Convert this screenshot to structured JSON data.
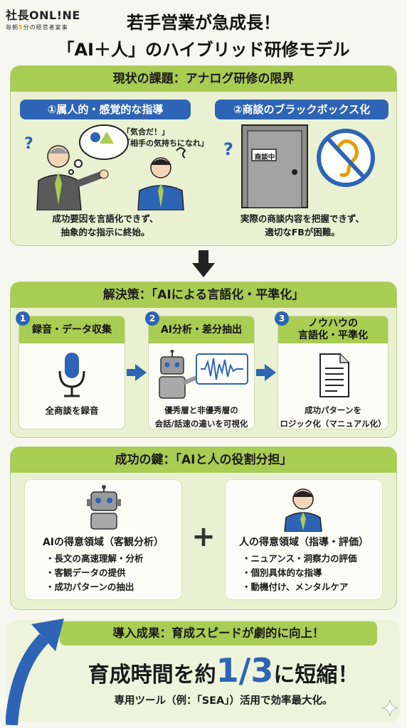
{
  "logo": {
    "main_ja": "社長",
    "main_en": "ONL!NE",
    "sub_pre": "毎朝",
    "sub_five": "5",
    "sub_post": "分の経営者宴事"
  },
  "title": {
    "line1": "若手営業が急成長！",
    "line2": "「AI＋人」のハイブリッド研修モデル"
  },
  "section1": {
    "header": "現状の課題：アナログ研修の限界",
    "issue1": {
      "label": "①属人的・感覚的な指導",
      "bubble_line1": "「気合だ！」",
      "bubble_line2": "「相手の気持ちになれ」",
      "question": "?",
      "caption_line1": "成功要因を言語化できず、",
      "caption_line2": "抽象的な指示に終始。"
    },
    "issue2": {
      "label": "②商談のブラックボックス化",
      "door_sign": "商談中",
      "question": "?",
      "caption_line1": "実際の商談内容を把握できず、",
      "caption_line2": "適切なFBが困難。"
    }
  },
  "section2": {
    "header": "解決策：「AIによる言語化・平準化」",
    "steps": [
      {
        "num": "1",
        "title_line1": "録音・データ収集",
        "title_line2": "",
        "caption_line1": "全商談を録音",
        "caption_line2": ""
      },
      {
        "num": "2",
        "title_line1": "AI分析・差分抽出",
        "title_line2": "",
        "caption_line1": "優秀層と非優秀層の",
        "caption_line2": "会話/話速の違いを可視化"
      },
      {
        "num": "3",
        "title_line1": "ノウハウの",
        "title_line2": "言語化・平準化",
        "caption_line1": "成功パターンを",
        "caption_line2": "ロジック化（マニュアル化）"
      }
    ]
  },
  "section3": {
    "header": "成功の鍵：「AIと人の役割分担」",
    "ai": {
      "title": "AIの得意領域（客観分析）",
      "items": [
        "長文の高速理解・分析",
        "客観データの提供",
        "成功パターンの抽出"
      ]
    },
    "plus": "+",
    "human": {
      "title": "人の得意領域（指導・評価）",
      "items": [
        "ニュアンス・洞察力の評価",
        "個別具体的な指導",
        "動機付け、メンタルケア"
      ]
    }
  },
  "section4": {
    "header": "導入成果：育成スピードが劇的に向上！",
    "big_pre": "育成時間を約",
    "big_value": "1/3",
    "big_post": "に短縮！",
    "sub": "専用ツール（例：「SEA」）活用で効率最大化。"
  },
  "colors": {
    "green_header": "#a9cc53",
    "panel_bg": "#e9f1d2",
    "blue": "#2e64b5",
    "big_value": "#2e64b5"
  }
}
